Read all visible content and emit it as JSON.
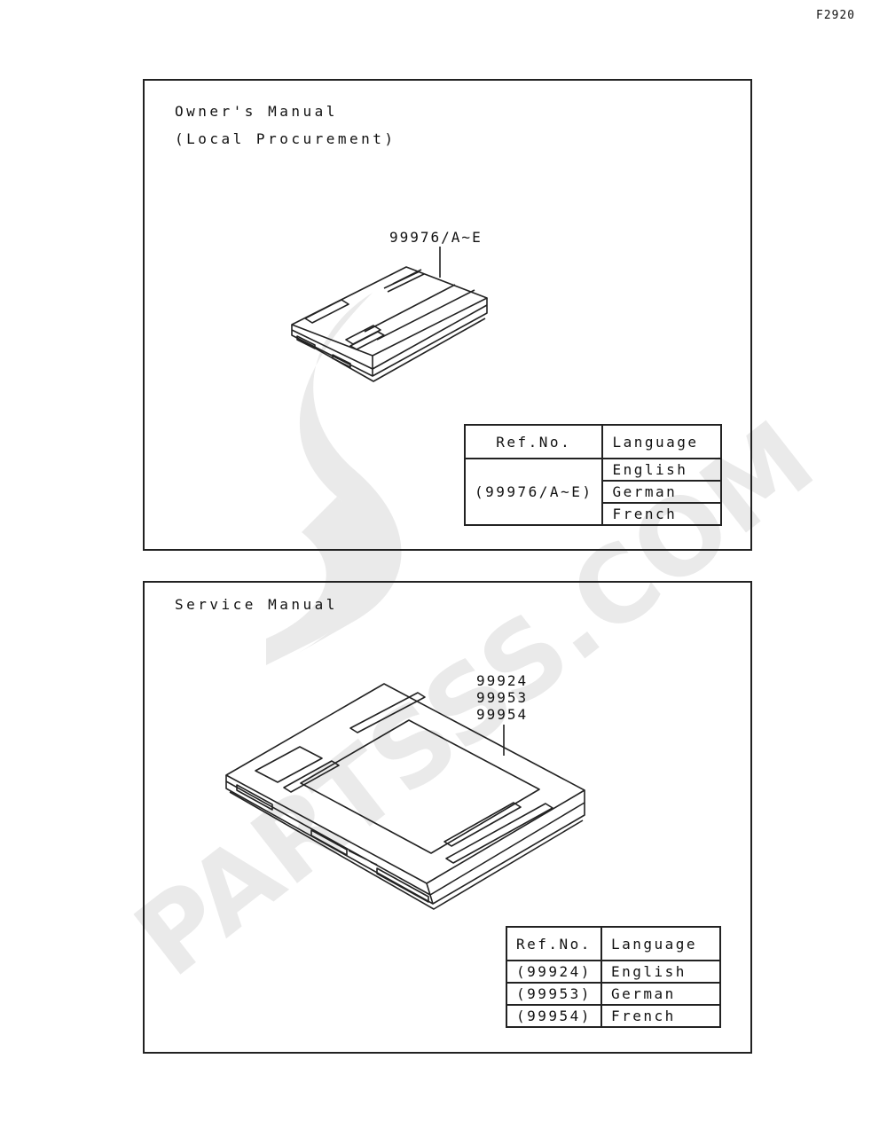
{
  "figure_code": "F2920",
  "watermark_text": "PARTSSS.COM",
  "owners_manual": {
    "title_line1": "Owner's Manual",
    "title_line2": "(Local Procurement)",
    "ref_label": "99976/A~E",
    "table": {
      "headers": [
        "Ref.No.",
        "Language"
      ],
      "ref_no": "(99976/A~E)",
      "languages": [
        "English",
        "German",
        "French"
      ]
    }
  },
  "service_manual": {
    "title": "Service Manual",
    "ref_labels": [
      "99924",
      "99953",
      "99954"
    ],
    "table": {
      "headers": [
        "Ref.No.",
        "Language"
      ],
      "rows": [
        {
          "ref_no": "(99924)",
          "language": "English"
        },
        {
          "ref_no": "(99953)",
          "language": "German"
        },
        {
          "ref_no": "(99954)",
          "language": "French"
        }
      ]
    }
  }
}
